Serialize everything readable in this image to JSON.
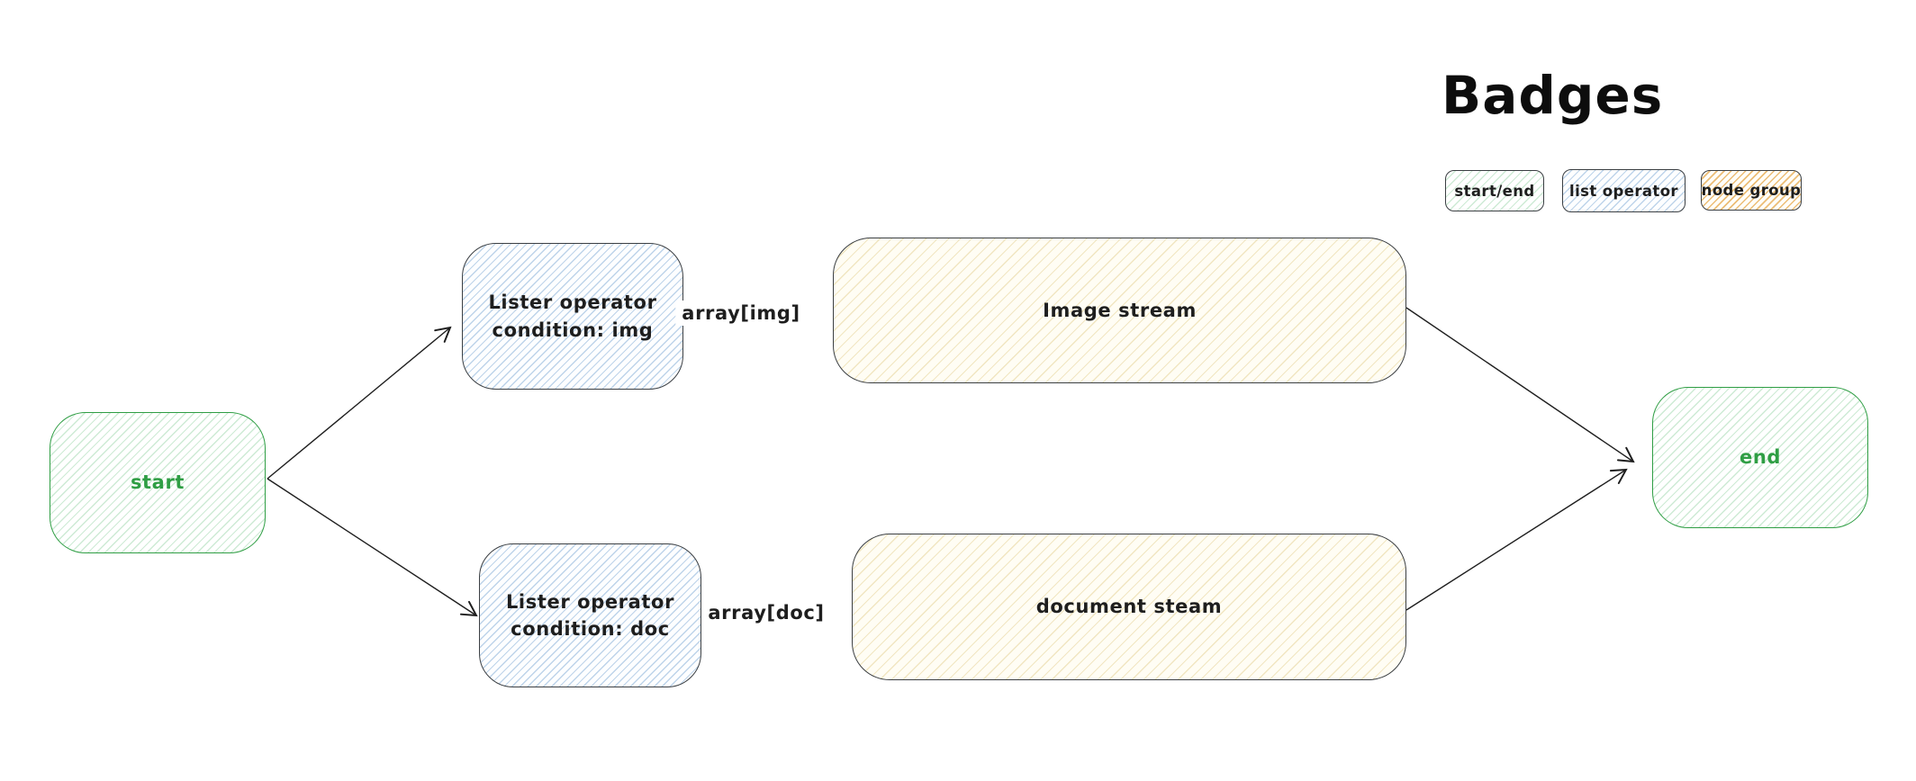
{
  "diagram": {
    "nodes": {
      "start": {
        "label": "start"
      },
      "lister_img": {
        "line1": "Lister operator",
        "line2": "condition: img"
      },
      "image_stream": {
        "label": "Image stream"
      },
      "lister_doc": {
        "line1": "Lister operator",
        "line2": "condition: doc"
      },
      "document_stream": {
        "label": "document steam"
      },
      "end": {
        "label": "end"
      }
    },
    "edges": {
      "img_label": "array[img]",
      "doc_label": "array[doc]"
    }
  },
  "legend": {
    "title": "Badges",
    "badges": [
      {
        "label": "start/end",
        "style": "start-end"
      },
      {
        "label": "list operator",
        "style": "list-operator"
      },
      {
        "label": "node group",
        "style": "node-group"
      }
    ]
  },
  "colors": {
    "stroke": "#1e1e1e",
    "green": "#2f9e44",
    "green_hatch": "#b5e0c0",
    "blue_hatch": "#a9cbe8",
    "cream_hatch": "#efe4b8",
    "orange_hatch": "#e7a63e",
    "neutral_border": "#3b3f43",
    "background": "#ffffff"
  }
}
